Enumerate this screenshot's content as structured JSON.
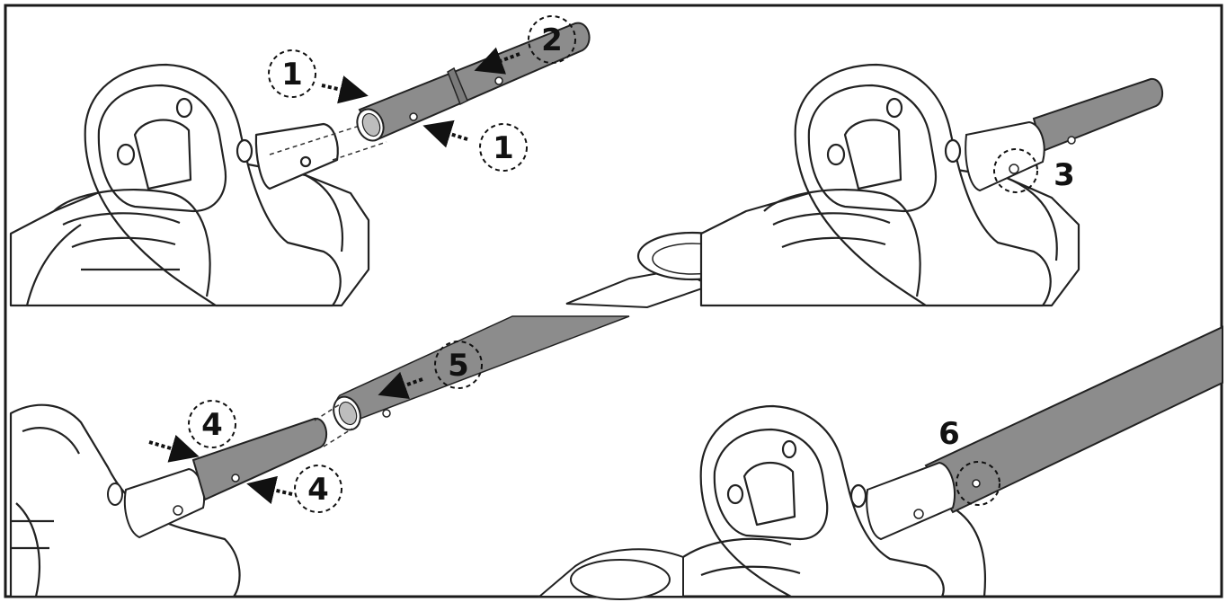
{
  "step_labels": {
    "s1a": "1",
    "s1b": "1",
    "s2": "2",
    "s3": "3",
    "s4a": "4",
    "s4b": "4",
    "s5": "5",
    "s6": "6"
  },
  "colors": {
    "frame": "#1a1a1a",
    "line": "#222222",
    "tube_fill": "#8c8c8c",
    "tube_dark": "#6f6f6f",
    "body_fill": "#ffffff"
  }
}
